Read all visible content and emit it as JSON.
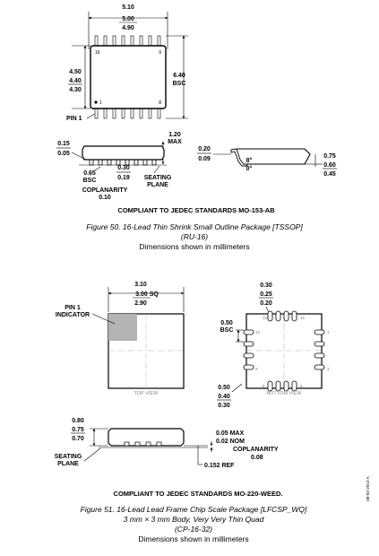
{
  "tssop": {
    "top": {
      "width_max": "5.10",
      "width_nom": "5.00",
      "width_min": "4.90",
      "height_max": "4.50",
      "height_nom": "4.40",
      "height_min": "4.30",
      "lead_span_nom": "6.40",
      "lead_span_basis": "BSC",
      "pin1_label": "PIN 1",
      "pin_tl": "16",
      "pin_tr": "9",
      "pin_bl": "1",
      "pin_br": "8"
    },
    "side": {
      "max_height_val": "1.20",
      "max_height_word": "MAX",
      "standoff_max": "0.15",
      "standoff_min": "0.05",
      "pitch_val": "0.65",
      "pitch_basis": "BSC",
      "lead_w_max": "0.30",
      "lead_w_min": "0.19",
      "seating_plane_1": "SEATING",
      "seating_plane_2": "PLANE",
      "coplanarity_label": "COPLANARITY",
      "coplanarity_val": "0.10"
    },
    "end": {
      "lead_t_max": "0.20",
      "lead_t_min": "0.09",
      "angle_max": "8°",
      "angle_min": "0°",
      "foot_max": "0.75",
      "foot_nom": "0.60",
      "foot_min": "0.45"
    },
    "standard_note": "COMPLIANT TO JEDEC STANDARDS MO-153-AB",
    "caption_1": "Figure 50. 16-Lead Thin Shrink Small Outline Package [TSSOP]",
    "caption_2": "(RU-16)",
    "caption_3": "Dimensions shown in millimeters"
  },
  "lfcsp": {
    "top": {
      "size_max": "3.10",
      "size_nom": "3.00 SQ",
      "size_min": "2.90",
      "pin1_line1": "PIN 1",
      "pin1_line2": "INDICATOR",
      "view_label": "TOP VIEW"
    },
    "bottom": {
      "pad_w_max": "0.30",
      "pad_w_nom": "0.25",
      "pad_w_min": "0.20",
      "pitch_val": "0.50",
      "pitch_basis": "BSC",
      "pad_l_max": "0.50",
      "pad_l_nom": "0.40",
      "pad_l_min": "0.30",
      "view_label": "BOTTOM VIEW",
      "pin_13": "13",
      "pin_16": "16",
      "pin_1": "1",
      "pin_4": "4",
      "pin_12": "12",
      "pin_9": "9",
      "pin_8": "8",
      "pin_5": "5"
    },
    "side": {
      "height_max": "0.80",
      "height_nom": "0.75",
      "height_min": "0.70",
      "standoff_max": "0.05 MAX",
      "standoff_nom": "0.02 NOM",
      "coplanarity_label": "COPLANARITY",
      "coplanarity_val": "0.08",
      "ref_val": "0.152 REF",
      "seating_plane_1": "SEATING",
      "seating_plane_2": "PLANE"
    },
    "standard_note": "COMPLIANT TO JEDEC STANDARDS MO-220-WEED.",
    "caption_1": "Figure 51. 16-Lead Lead Frame Chip Scale Package [LFCSP_WQ]",
    "caption_2": "3 mm × 3 mm Body, Very Very Thin Quad",
    "caption_3": "(CP-16-32)",
    "caption_4": "Dimensions shown in millimeters"
  },
  "date_code": "08-03-2013-A"
}
